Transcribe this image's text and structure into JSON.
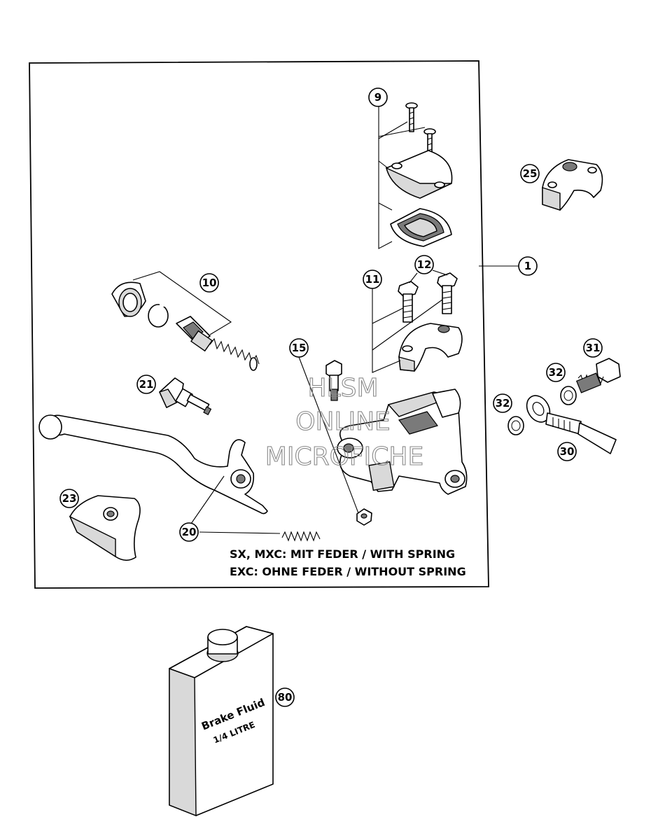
{
  "callouts": {
    "c1": "1",
    "c9": "9",
    "c10": "10",
    "c11": "11",
    "c12": "12",
    "c15": "15",
    "c20": "20",
    "c21": "21",
    "c23": "23",
    "c25": "25",
    "c30": "30",
    "c31": "31",
    "c32a": "32",
    "c32b": "32",
    "c80": "80"
  },
  "note": {
    "line1": "SX, MXC: MIT FEDER / WITH SPRING",
    "line2": "EXC: OHNE FEDER / WITHOUT SPRING"
  },
  "watermark": {
    "line1": "HLSM",
    "line2": "ONLINE",
    "line3": "MICROFICHE"
  },
  "can_label": {
    "line1": "Brake Fluid",
    "line2": "1/4 LITRE"
  },
  "colors": {
    "ink": "#000000",
    "paper": "#ffffff",
    "watermark": "#8a8a8a"
  }
}
